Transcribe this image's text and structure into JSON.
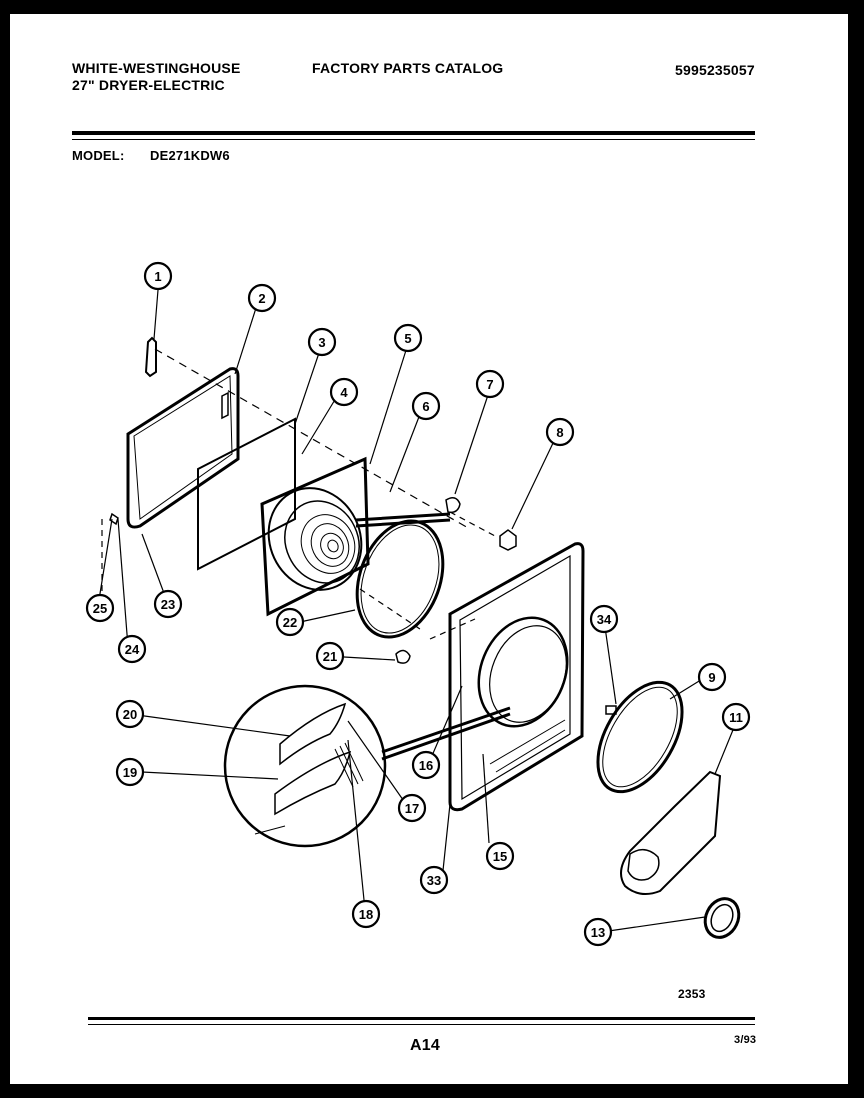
{
  "header": {
    "brand": "WHITE-WESTINGHOUSE",
    "product": "27\"  DRYER-ELECTRIC",
    "catalog_title": "FACTORY  PARTS  CATALOG",
    "catalog_number": "5995235057",
    "model_label": "MODEL:",
    "model_value": "DE271KDW6"
  },
  "callouts": [
    {
      "id": "c1",
      "label": "1"
    },
    {
      "id": "c2",
      "label": "2"
    },
    {
      "id": "c3",
      "label": "3"
    },
    {
      "id": "c4",
      "label": "4"
    },
    {
      "id": "c5",
      "label": "5"
    },
    {
      "id": "c6",
      "label": "6"
    },
    {
      "id": "c7",
      "label": "7"
    },
    {
      "id": "c8",
      "label": "8"
    },
    {
      "id": "c9",
      "label": "9"
    },
    {
      "id": "c11",
      "label": "11"
    },
    {
      "id": "c13",
      "label": "13"
    },
    {
      "id": "c15",
      "label": "15"
    },
    {
      "id": "c16",
      "label": "16"
    },
    {
      "id": "c17",
      "label": "17"
    },
    {
      "id": "c18",
      "label": "18"
    },
    {
      "id": "c19",
      "label": "19"
    },
    {
      "id": "c20",
      "label": "20"
    },
    {
      "id": "c21",
      "label": "21"
    },
    {
      "id": "c22",
      "label": "22"
    },
    {
      "id": "c23",
      "label": "23"
    },
    {
      "id": "c24",
      "label": "24"
    },
    {
      "id": "c25",
      "label": "25"
    },
    {
      "id": "c33",
      "label": "33"
    },
    {
      "id": "c34",
      "label": "34"
    }
  ],
  "figure_number": "2353",
  "footer": {
    "page_code": "A14",
    "date": "3/93"
  }
}
